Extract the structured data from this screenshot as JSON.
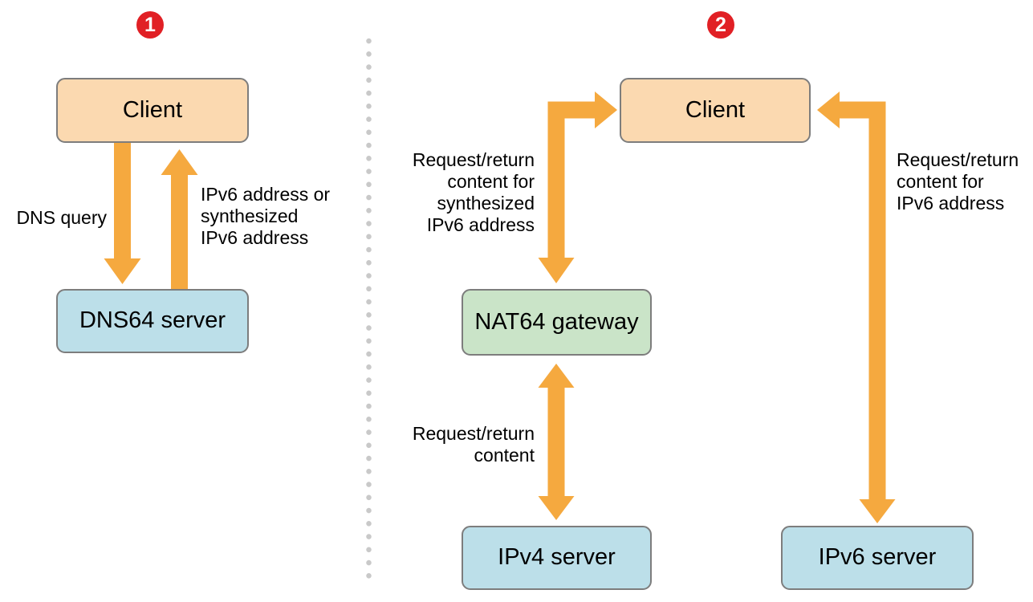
{
  "badges": {
    "one": "1",
    "two": "2"
  },
  "nodes": {
    "client_left": "Client",
    "dns64": "DNS64 server",
    "client_right": "Client",
    "nat64": "NAT64 gateway",
    "ipv4": "IPv4 server",
    "ipv6": "IPv6 server"
  },
  "labels": {
    "dns_query": "DNS query",
    "ipv6_address": "IPv6 address or\nsynthesized\nIPv6 address",
    "request_synthesized": "Request/return\ncontent for\nsynthesized\nIPv6 address",
    "request_content": "Request/return\ncontent",
    "request_ipv6": "Request/return\ncontent for\nIPv6 address"
  },
  "colors": {
    "arrow": "#f5a93f",
    "client_fill": "#fbd9b0",
    "server_fill": "#bcdfe9",
    "gateway_fill": "#cae4c8",
    "box_border": "#7d7d7d",
    "badge": "#e12025",
    "divider_dot": "#c9c9c9",
    "text": "#000000"
  }
}
